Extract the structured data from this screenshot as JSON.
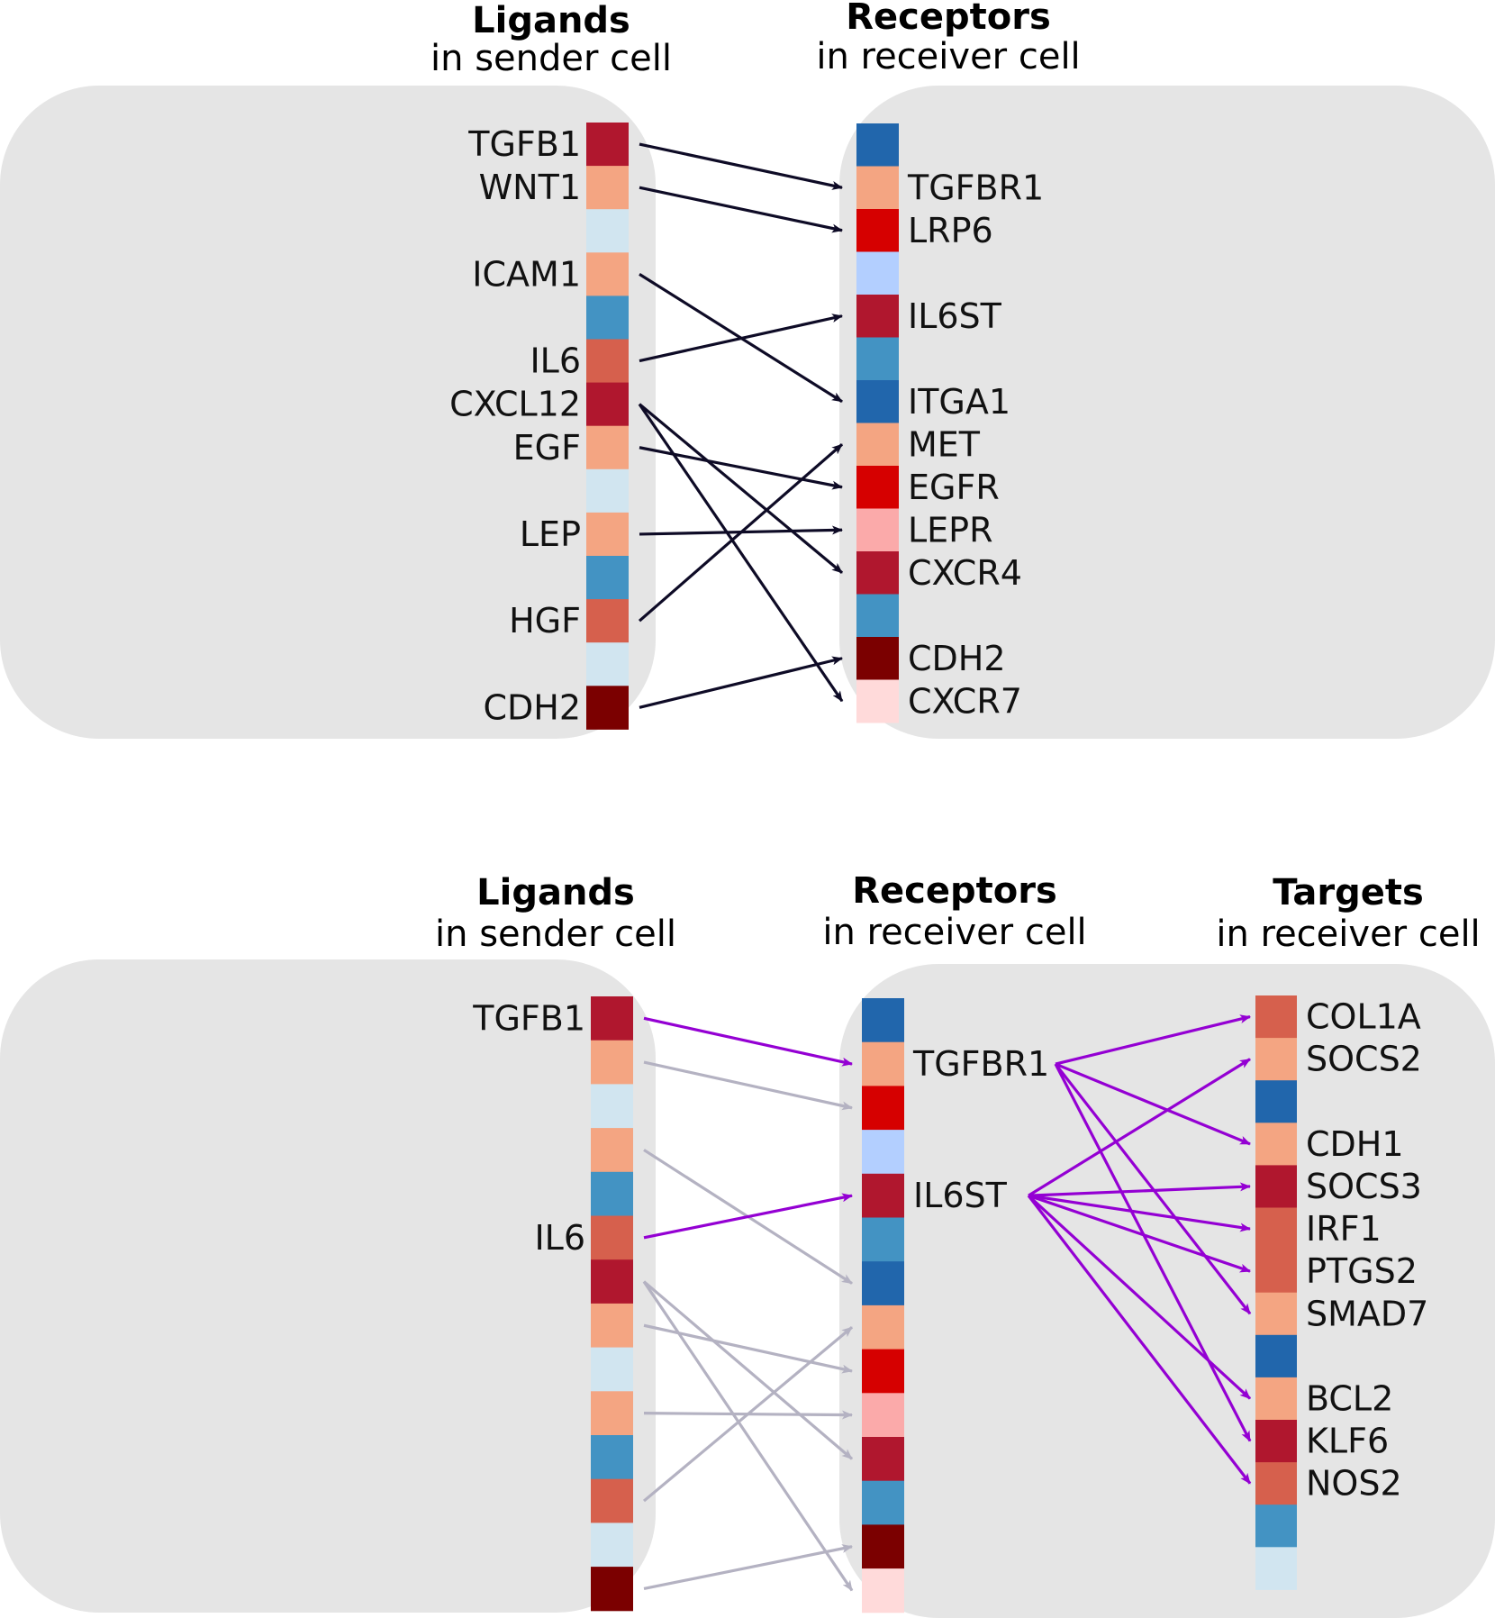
{
  "palette": {
    "cell_bg": "#e5e5e5",
    "arrow_dark": "#0e0b26",
    "arrow_highlight": "#9400d3",
    "arrow_muted": "#b4b2c2"
  },
  "panel_top": {
    "headers": {
      "ligands": {
        "title": "Ligands",
        "subtitle": "in sender cell"
      },
      "receptors": {
        "title": "Receptors",
        "subtitle": "in receiver cell"
      }
    },
    "ligand_cells": [
      "#b0172e",
      "#f4a582",
      "#d1e5f0",
      "#f4a582",
      "#4393c3",
      "#d6604d",
      "#b0172e",
      "#f4a582",
      "#d1e5f0",
      "#f4a582",
      "#4393c3",
      "#d6604d",
      "#d1e5f0",
      "#7b0000"
    ],
    "ligand_labels": [
      {
        "cell": 0,
        "text": "TGFB1"
      },
      {
        "cell": 1,
        "text": "WNT1"
      },
      {
        "cell": 3,
        "text": "ICAM1"
      },
      {
        "cell": 5,
        "text": "IL6"
      },
      {
        "cell": 6,
        "text": "CXCL12"
      },
      {
        "cell": 7,
        "text": "EGF"
      },
      {
        "cell": 9,
        "text": "LEP"
      },
      {
        "cell": 11,
        "text": "HGF"
      },
      {
        "cell": 13,
        "text": "CDH2"
      }
    ],
    "receptor_cells": [
      "#2166ac",
      "#f4a582",
      "#d60000",
      "#b3cfff",
      "#b0172e",
      "#4393c3",
      "#2166ac",
      "#f4a582",
      "#d60000",
      "#fbaaaa",
      "#b0172e",
      "#4393c3",
      "#7b0000",
      "#ffdada"
    ],
    "receptor_labels": [
      {
        "cell": 1,
        "text": "TGFBR1"
      },
      {
        "cell": 2,
        "text": "LRP6"
      },
      {
        "cell": 4,
        "text": "IL6ST"
      },
      {
        "cell": 6,
        "text": "ITGA1"
      },
      {
        "cell": 7,
        "text": "MET"
      },
      {
        "cell": 8,
        "text": "EGFR"
      },
      {
        "cell": 9,
        "text": "LEPR"
      },
      {
        "cell": 10,
        "text": "CXCR4"
      },
      {
        "cell": 12,
        "text": "CDH2"
      },
      {
        "cell": 13,
        "text": "CXCR7"
      }
    ],
    "links": [
      {
        "from": 0,
        "to": 1
      },
      {
        "from": 1,
        "to": 2
      },
      {
        "from": 3,
        "to": 6
      },
      {
        "from": 5,
        "to": 4
      },
      {
        "from": 6,
        "to": 10
      },
      {
        "from": 6,
        "to": 13
      },
      {
        "from": 7,
        "to": 8
      },
      {
        "from": 9,
        "to": 9
      },
      {
        "from": 11,
        "to": 7
      },
      {
        "from": 13,
        "to": 12
      }
    ]
  },
  "panel_bottom": {
    "headers": {
      "ligands": {
        "title": "Ligands",
        "subtitle": "in sender cell"
      },
      "receptors": {
        "title": "Receptors",
        "subtitle": "in receiver cell"
      },
      "targets": {
        "title": "Targets",
        "subtitle": "in receiver cell"
      }
    },
    "ligand_cells": [
      "#b0172e",
      "#f4a582",
      "#d1e5f0",
      "#f4a582",
      "#4393c3",
      "#d6604d",
      "#b0172e",
      "#f4a582",
      "#d1e5f0",
      "#f4a582",
      "#4393c3",
      "#d6604d",
      "#d1e5f0",
      "#7b0000"
    ],
    "ligand_labels": [
      {
        "cell": 0,
        "text": "TGFB1"
      },
      {
        "cell": 5,
        "text": "IL6"
      }
    ],
    "receptor_cells": [
      "#2166ac",
      "#f4a582",
      "#d60000",
      "#b3cfff",
      "#b0172e",
      "#4393c3",
      "#2166ac",
      "#f4a582",
      "#d60000",
      "#fbaaaa",
      "#b0172e",
      "#4393c3",
      "#7b0000",
      "#ffdada"
    ],
    "receptor_labels": [
      {
        "cell": 1,
        "text": "TGFBR1"
      },
      {
        "cell": 4,
        "text": "IL6ST"
      }
    ],
    "target_cells": [
      "#d6604d",
      "#f4a582",
      "#2166ac",
      "#f4a582",
      "#b0172e",
      "#d6604d",
      "#d6604d",
      "#f4a582",
      "#2166ac",
      "#f4a582",
      "#b0172e",
      "#d6604d",
      "#4393c3",
      "#d1e5f0"
    ],
    "target_labels": [
      {
        "cell": 0,
        "text": "COL1A"
      },
      {
        "cell": 1,
        "text": "SOCS2"
      },
      {
        "cell": 3,
        "text": "CDH1"
      },
      {
        "cell": 4,
        "text": "SOCS3"
      },
      {
        "cell": 5,
        "text": "IRF1"
      },
      {
        "cell": 6,
        "text": "PTGS2"
      },
      {
        "cell": 7,
        "text": "SMAD7"
      },
      {
        "cell": 9,
        "text": "BCL2"
      },
      {
        "cell": 10,
        "text": "KLF6"
      },
      {
        "cell": 11,
        "text": "NOS2"
      }
    ],
    "highlight_links": [
      {
        "from": 0,
        "to": 1
      },
      {
        "from": 5,
        "to": 4
      }
    ],
    "muted_links": [
      {
        "from": 1,
        "to": 2
      },
      {
        "from": 3,
        "to": 6
      },
      {
        "from": 6,
        "to": 10
      },
      {
        "from": 6,
        "to": 13
      },
      {
        "from": 7,
        "to": 8
      },
      {
        "from": 9,
        "to": 9
      },
      {
        "from": 11,
        "to": 7
      },
      {
        "from": 13,
        "to": 12
      }
    ],
    "target_links": [
      {
        "from": 1,
        "to": 0
      },
      {
        "from": 1,
        "to": 3
      },
      {
        "from": 1,
        "to": 7
      },
      {
        "from": 1,
        "to": 10
      },
      {
        "from": 4,
        "to": 1
      },
      {
        "from": 4,
        "to": 4
      },
      {
        "from": 4,
        "to": 5
      },
      {
        "from": 4,
        "to": 6
      },
      {
        "from": 4,
        "to": 9
      },
      {
        "from": 4,
        "to": 11
      }
    ]
  }
}
